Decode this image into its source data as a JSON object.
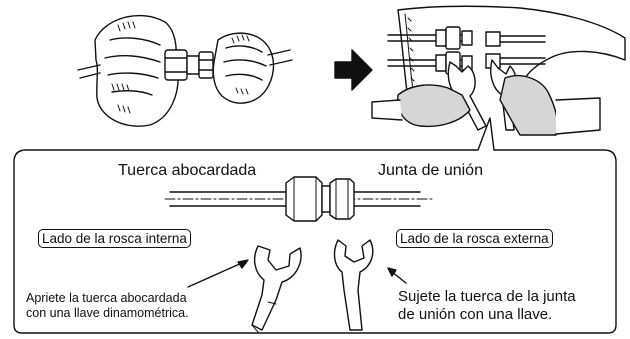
{
  "labels": {
    "flare_nut": "Tuerca abocardada",
    "union_joint": "Junta de unión",
    "internal_thread_side": "Lado de la rosca interna",
    "external_thread_side": "Lado de la rosca externa"
  },
  "instructions": {
    "torque_line1": "Apriete la tuerca abocardada",
    "torque_line2": "con una llave dinamométrica.",
    "hold_line1": "Sujete la tuerca de la junta",
    "hold_line2": "de unión con una llave."
  },
  "colors": {
    "line": "#111111",
    "glove_fill": "#d6d6d6",
    "background": "#ffffff"
  }
}
